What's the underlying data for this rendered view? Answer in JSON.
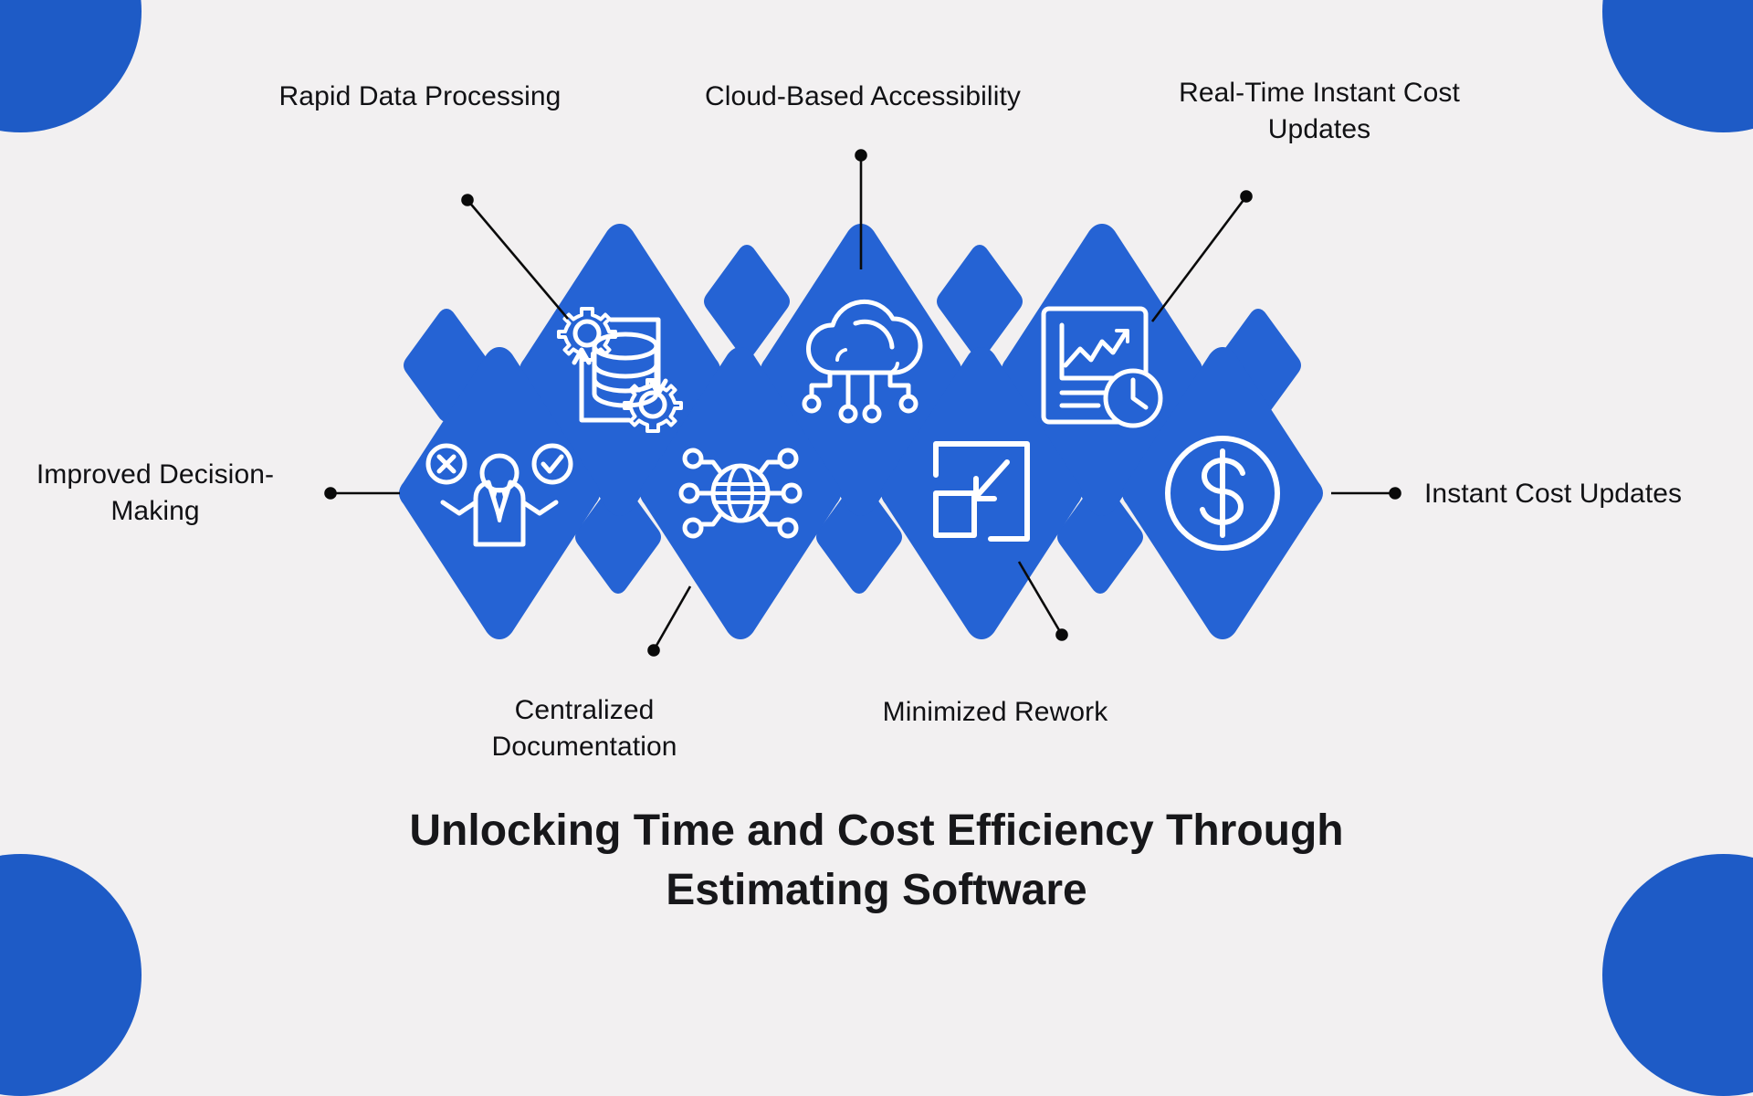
{
  "theme": {
    "background": "#f2f0f1",
    "accent": "#1e5bc6",
    "tile": "#2563d4",
    "icon_stroke": "#ffffff",
    "text": "#111114",
    "connector": "#000000"
  },
  "title": {
    "text": "Unlocking Time and Cost Efficiency Through\nEstimating Software"
  },
  "labels": [
    {
      "id": "rapid-data-processing",
      "text": "Rapid Data Processing"
    },
    {
      "id": "cloud-based-accessibility",
      "text": "Cloud-Based Accessibility"
    },
    {
      "id": "real-time-instant-cost-updates",
      "text": "Real-Time Instant Cost\nUpdates"
    },
    {
      "id": "improved-decision-making",
      "text": "Improved Decision-\nMaking"
    },
    {
      "id": "instant-cost-updates",
      "text": "Instant Cost Updates"
    },
    {
      "id": "centralized-documentation",
      "text": "Centralized\nDocumentation"
    },
    {
      "id": "minimized-rework",
      "text": "Minimized Rework"
    }
  ],
  "nodes": [
    {
      "id": "decision-making-node",
      "icon": "decision-person-icon",
      "label_ref": "improved-decision-making"
    },
    {
      "id": "data-processing-node",
      "icon": "gears-database-icon",
      "label_ref": "rapid-data-processing"
    },
    {
      "id": "documentation-node",
      "icon": "globe-network-icon",
      "label_ref": "centralized-documentation"
    },
    {
      "id": "cloud-node",
      "icon": "cloud-network-icon",
      "label_ref": "cloud-based-accessibility"
    },
    {
      "id": "rework-node",
      "icon": "minimize-arrow-icon",
      "label_ref": "minimized-rework"
    },
    {
      "id": "report-clock-node",
      "icon": "report-clock-icon",
      "label_ref": "real-time-instant-cost-updates"
    },
    {
      "id": "cost-node",
      "icon": "dollar-circle-icon",
      "label_ref": "instant-cost-updates"
    }
  ],
  "decor": {
    "small_diamond_count": 7,
    "corner_circle_count": 4
  }
}
